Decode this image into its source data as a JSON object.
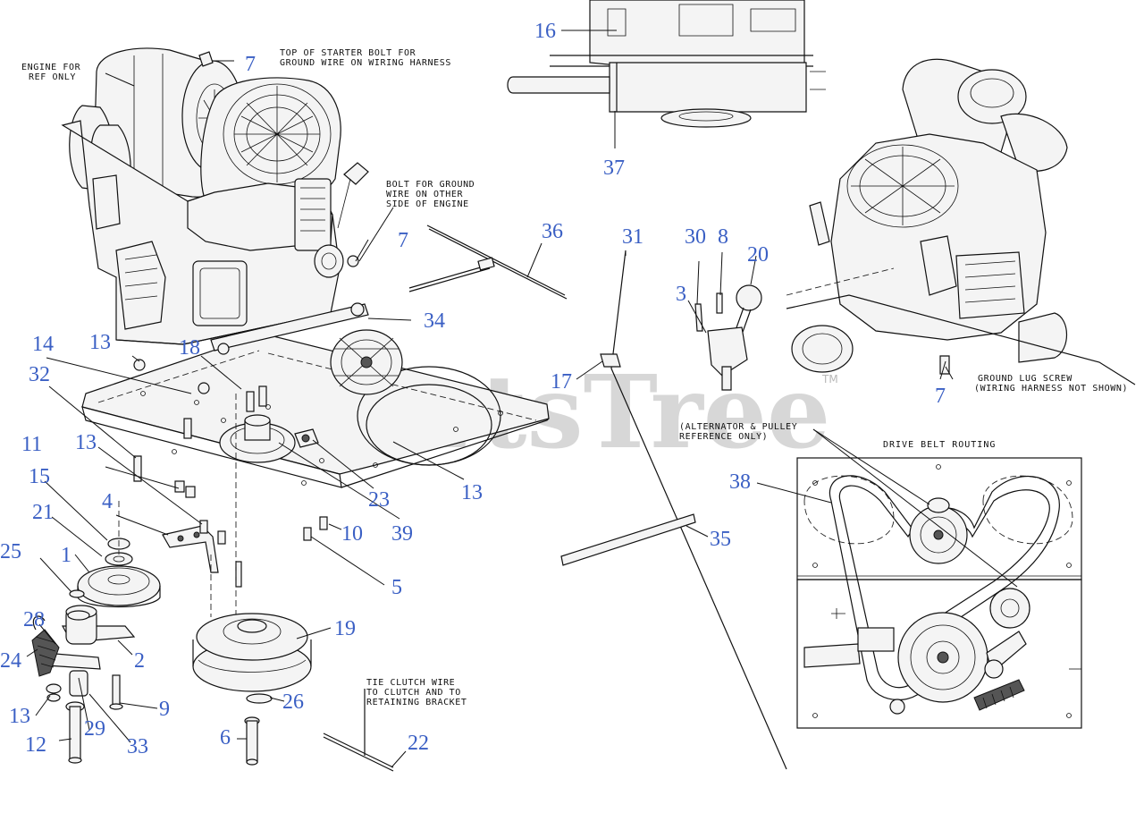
{
  "watermark": {
    "text": "PartsTree",
    "tm": "TM"
  },
  "notes": {
    "engine_ref": [
      "ENGINE FOR",
      "REF ONLY"
    ],
    "starter_bolt": [
      "TOP OF STARTER BOLT FOR",
      "GROUND WIRE ON WIRING HARNESS"
    ],
    "ground_bolt": [
      "BOLT FOR GROUND",
      "WIRE ON OTHER",
      "SIDE OF ENGINE"
    ],
    "ground_lug": [
      "GROUND LUG SCREW",
      "(WIRING HARNESS NOT SHOWN)"
    ],
    "alternator_ref": [
      "(ALTERNATOR & PULLEY",
      "REFERENCE ONLY)"
    ],
    "tie_clutch": [
      "TIE CLUTCH WIRE",
      "TO CLUTCH AND TO",
      "RETAINING BRACKET"
    ],
    "drive_belt_title": "DRIVE BELT ROUTING"
  },
  "callouts": {
    "c7a": "7",
    "c7b": "7",
    "c7c": "7",
    "c16": "16",
    "c37": "37",
    "c36": "36",
    "c31": "31",
    "c30": "30",
    "c8": "8",
    "c20": "20",
    "c3": "3",
    "c34": "34",
    "c14": "14",
    "c13a": "13",
    "c18": "18",
    "c32": "32",
    "c11": "11",
    "c13b": "13",
    "c15": "15",
    "c21": "21",
    "c4": "4",
    "c25": "25",
    "c1": "1",
    "c17": "17",
    "c23": "23",
    "c13c": "13",
    "c39": "39",
    "c10": "10",
    "c5": "5",
    "c38": "38",
    "c35": "35",
    "c28": "28",
    "c2": "2",
    "c24": "24",
    "c19": "19",
    "c26": "26",
    "c9": "9",
    "c13d": "13",
    "c29": "29",
    "c12": "12",
    "c33": "33",
    "c6": "6",
    "c22": "22"
  }
}
